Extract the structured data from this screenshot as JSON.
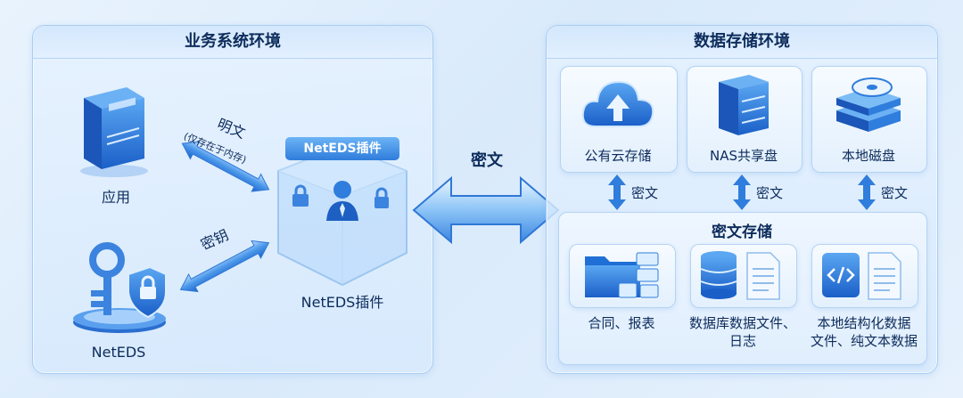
{
  "left_panel": {
    "title": "业务系统环境",
    "app_label": "应用",
    "plain_label": "明文",
    "plain_note": "(仅存在于内存)",
    "key_label": "密钥",
    "netweds_label": "NetEDS",
    "plugin_tag": "NetEDS插件",
    "plugin_label": "NetEDS插件"
  },
  "middle": {
    "cipher_label": "密文"
  },
  "right_panel": {
    "title": "数据存储环境",
    "storage_targets": [
      {
        "label": "公有云存储",
        "icon": "cloud-upload-icon"
      },
      {
        "label": "NAS共享盘",
        "icon": "server-rack-icon"
      },
      {
        "label": "本地磁盘",
        "icon": "hard-disk-icon"
      }
    ],
    "link_label": "密文",
    "cipher_storage": {
      "title": "密文存储",
      "items": [
        {
          "line1": "合同、报表",
          "line2": "",
          "icon": "folder-files-icon"
        },
        {
          "line1": "数据库数据文件、",
          "line2": "日志",
          "icon": "database-file-icon"
        },
        {
          "line1": "本地结构化数据",
          "line2": "文件、纯文本数据",
          "icon": "code-file-icon"
        }
      ]
    }
  },
  "colors": {
    "accent": "#1f6fd6",
    "arrow_light": "#9cc8f5",
    "dark_text": "#0d2c5b"
  }
}
